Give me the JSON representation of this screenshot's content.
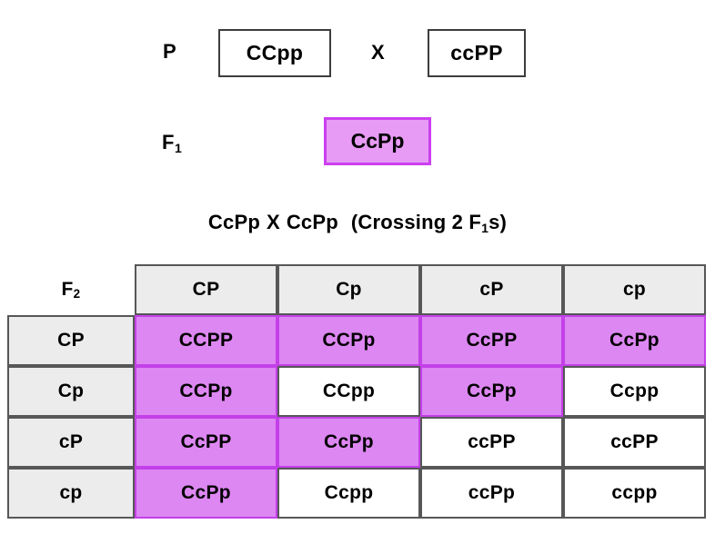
{
  "parental": {
    "label": "P",
    "parent_1": "CCpp",
    "cross_symbol": "X",
    "parent_2": "ccPP"
  },
  "f1": {
    "label": "F",
    "label_sub": "1",
    "genotype": "CcPp"
  },
  "cross_caption": {
    "parent_a": "CcPp",
    "cross_symbol": "X",
    "parent_b": "CcPp",
    "note_open": "(Crossing 2 F",
    "note_sub": "1",
    "note_close": "s)"
  },
  "punnett": {
    "corner_label": "F",
    "corner_sub": "2",
    "column_headers": [
      "CP",
      "Cp",
      "cP",
      "cp"
    ],
    "row_headers": [
      "CP",
      "Cp",
      "cP",
      "cp"
    ],
    "rows": [
      {
        "header": "CP",
        "cells": [
          {
            "genotype": "CCPP",
            "highlighted": true
          },
          {
            "genotype": "CCPp",
            "highlighted": true
          },
          {
            "genotype": "CcPP",
            "highlighted": true
          },
          {
            "genotype": "CcPp",
            "highlighted": true
          }
        ]
      },
      {
        "header": "Cp",
        "cells": [
          {
            "genotype": "CCPp",
            "highlighted": true
          },
          {
            "genotype": "CCpp",
            "highlighted": false
          },
          {
            "genotype": "CcPp",
            "highlighted": true
          },
          {
            "genotype": "Ccpp",
            "highlighted": false
          }
        ]
      },
      {
        "header": "cP",
        "cells": [
          {
            "genotype": "CcPP",
            "highlighted": true
          },
          {
            "genotype": "CcPp",
            "highlighted": true
          },
          {
            "genotype": "ccPP",
            "highlighted": false
          },
          {
            "genotype": "ccPP",
            "highlighted": false
          }
        ]
      },
      {
        "header": "cp",
        "cells": [
          {
            "genotype": "CcPp",
            "highlighted": true
          },
          {
            "genotype": "Ccpp",
            "highlighted": false
          },
          {
            "genotype": "ccPp",
            "highlighted": false
          },
          {
            "genotype": "ccpp",
            "highlighted": false
          }
        ]
      }
    ]
  },
  "colors": {
    "highlight_fill": "#dd87f2",
    "highlight_border": "#c340e8",
    "header_fill": "#ececec",
    "grid_border": "#575757",
    "f1_box_fill": "#e79bf5",
    "f1_box_border": "#cc3ff0",
    "plain_fill": "#ffffff",
    "text": "#000000"
  }
}
